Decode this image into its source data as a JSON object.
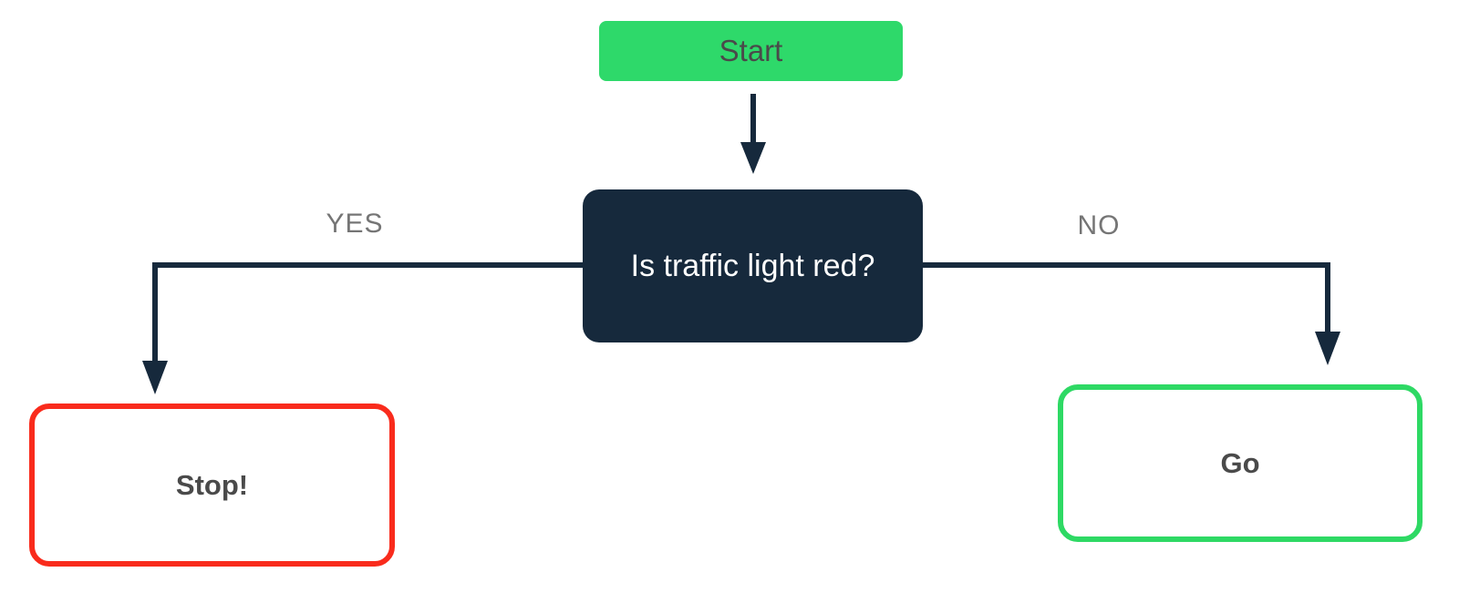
{
  "diagram": {
    "type": "flowchart",
    "nodes": {
      "start": {
        "label": "Start",
        "shape": "rounded-rect",
        "fill": "#2ED96A",
        "text_color": "#4A4A4A"
      },
      "decision": {
        "label": "Is traffic light red?",
        "shape": "rounded-rect",
        "fill": "#16293C",
        "text_color": "#FFFFFF"
      },
      "stop": {
        "label": "Stop!",
        "shape": "rounded-rect",
        "fill": "#FFFFFF",
        "border_color": "#F92B1C",
        "text_color": "#4A4A4A"
      },
      "go": {
        "label": "Go",
        "shape": "rounded-rect",
        "fill": "#FFFFFF",
        "border_color": "#2ED964",
        "text_color": "#4A4A4A"
      }
    },
    "edges": [
      {
        "from": "start",
        "to": "decision",
        "label": ""
      },
      {
        "from": "decision",
        "to": "stop",
        "label": "YES"
      },
      {
        "from": "decision",
        "to": "go",
        "label": "NO"
      }
    ],
    "colors": {
      "green-fill": "#2ED96A",
      "green-border": "#2ED964",
      "navy": "#16293C",
      "red": "#F92B1C",
      "label-gray": "#757575",
      "dark-text": "#4A4A4A",
      "bg": "#FFFFFF"
    }
  }
}
